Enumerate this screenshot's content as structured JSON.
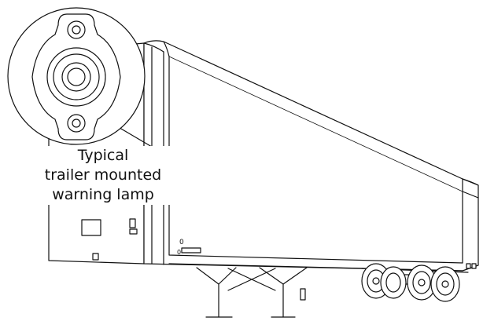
{
  "caption": {
    "lines": [
      "Typical",
      "trailer mounted",
      "warning lamp"
    ]
  },
  "trailer": {
    "nose_label": "0",
    "placard_mark": "0"
  },
  "colors": {
    "line": "#111111",
    "background": "#ffffff",
    "lamp_fill": "#111111"
  }
}
